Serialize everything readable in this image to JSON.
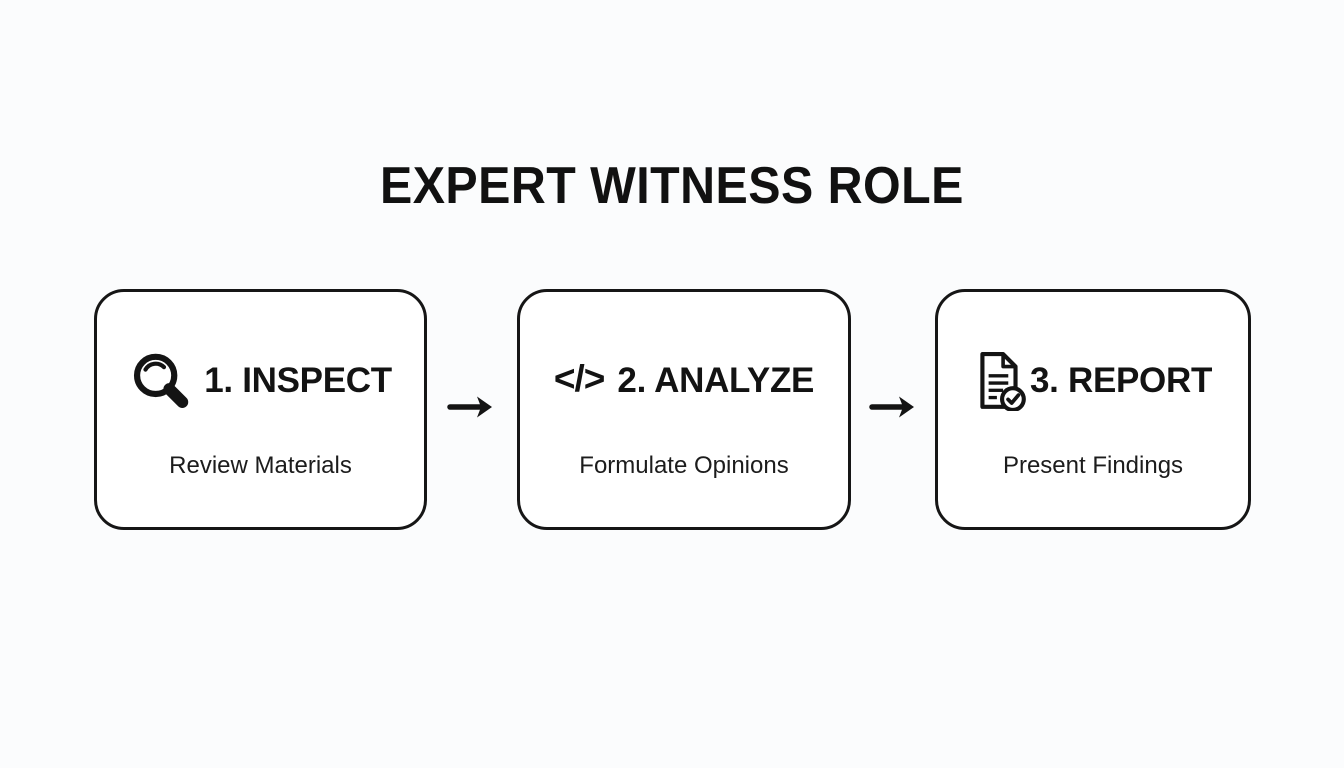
{
  "page": {
    "title": "EXPERT WITNESS ROLE",
    "background_color": "#fbfcfd",
    "ink_color": "#141414",
    "box_fill_color": "#ffffff"
  },
  "steps": [
    {
      "icon": "magnifier-search-icon",
      "heading": "1. INSPECT",
      "subtitle": "Review Materials"
    },
    {
      "icon": "code-tags-icon",
      "icon_glyph": "</>",
      "heading": "2. ANALYZE",
      "subtitle": "Formulate Opinions"
    },
    {
      "icon": "document-check-icon",
      "heading": "3. REPORT",
      "subtitle": "Present Findings"
    }
  ],
  "connectors": [
    {
      "icon": "arrow-right-icon"
    },
    {
      "icon": "arrow-right-icon"
    }
  ]
}
